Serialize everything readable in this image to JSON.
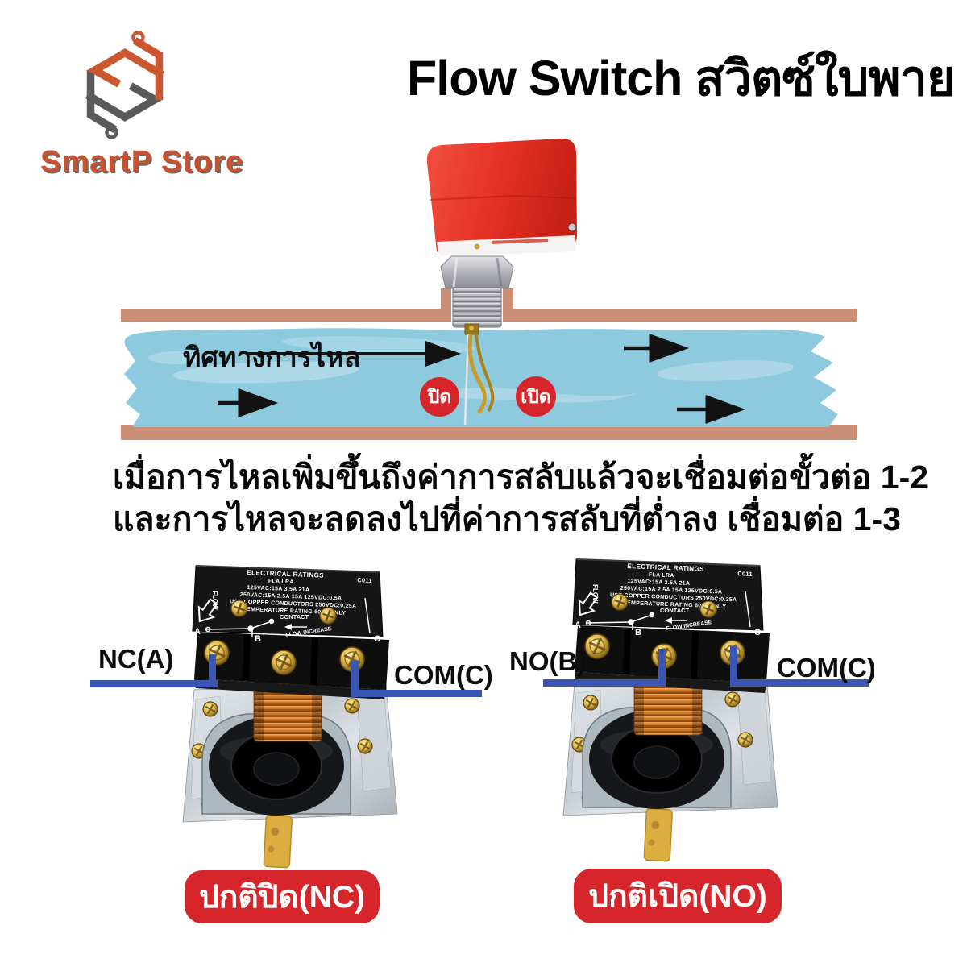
{
  "brand": {
    "name": "SmartP Store"
  },
  "title": "Flow Switch สวิตซ์ใบพาย",
  "pipe_diagram": {
    "flow_direction_label": "ทิศทางการไหล",
    "closed_label": "ปิด",
    "open_label": "เปิด"
  },
  "description": {
    "line1": "เมื่อการไหลเพิ่มขึ้นถึงค่าการสลับแล้วจะเชื่อมต่อขั้วต่อ 1-2",
    "line2": "และการไหลจะลดลงไปที่ค่าการสลับที่ต่ำลง เชื่อมต่อ 1-3"
  },
  "annotations": {
    "nc": "NC(A)",
    "no": "NO(B)",
    "com": "COM(C)"
  },
  "badges": {
    "nc": "ปกติปิด(NC)",
    "no": "ปกติเปิด(NO)"
  },
  "ratings_plate": {
    "title": "ELECTRICAL RATINGS",
    "code": "C011",
    "columns": "FLA LRA",
    "row1": "125VAC:15A 3.5A 21A",
    "row2": "250VAC:15A 2.5A 15A 125VDC:0.5A",
    "row3": "USE COPPER CONDUCTORS 250VDC:0.25A",
    "row4": "TEMPERATURE RATING 60°C ONLY",
    "flow_label": "FLOW",
    "contact_label": "CONTACT",
    "flow_increase_label": "FLOW INCREASE",
    "terminal_a": "A",
    "terminal_b": "B",
    "terminal_c": "C"
  },
  "colors": {
    "switch_red": "#e23327",
    "marker_red": "#d7262b",
    "water_blue": "#8ecade",
    "pipe_tan": "#ca8e75",
    "annotation_blue": "#3b55b5",
    "brand_orange": "#c8512e",
    "brand_gray": "#5a5a5a"
  }
}
